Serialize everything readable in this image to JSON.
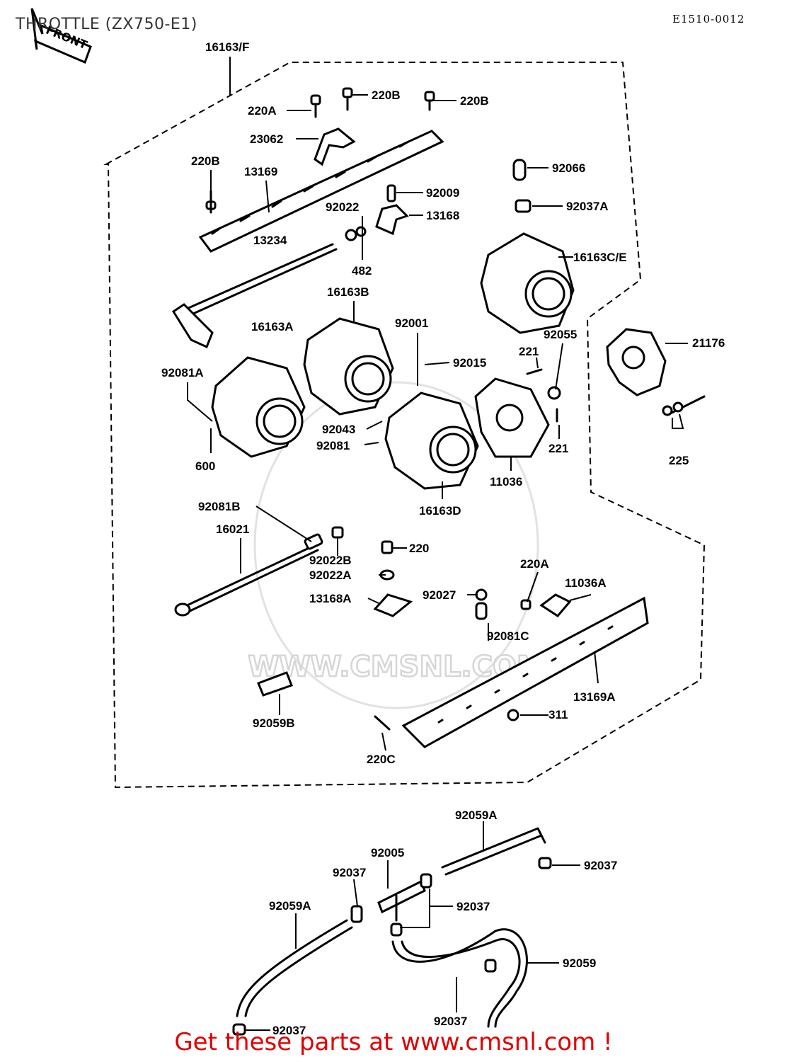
{
  "header": {
    "title": "THROTTLE (ZX750-E1)",
    "ref_code": "E1510-0012",
    "front_badge": "FRONT"
  },
  "watermark": {
    "text": "WWW.CMSNL.COM"
  },
  "footer": {
    "cta": "Get these parts at www.cmsnl.com !"
  },
  "parts": [
    "16163/F",
    "220A",
    "220B",
    "220B",
    "23062",
    "220B",
    "13169",
    "92066",
    "92009",
    "92022",
    "13168",
    "92037A",
    "13234",
    "482",
    "16163C/E",
    "16163B",
    "16163A",
    "92001",
    "92055",
    "92081A",
    "92015",
    "221",
    "21176",
    "92043",
    "92081",
    "221",
    "225",
    "600",
    "11036",
    "16163D",
    "92081B",
    "16021",
    "92022B",
    "220",
    "92022A",
    "220A",
    "11036A",
    "13168A",
    "92027",
    "92081C",
    "13169A",
    "92059B",
    "311",
    "220C",
    "92059A",
    "92005",
    "92037",
    "92037",
    "92059A",
    "92037",
    "92059",
    "92037",
    "92037"
  ]
}
